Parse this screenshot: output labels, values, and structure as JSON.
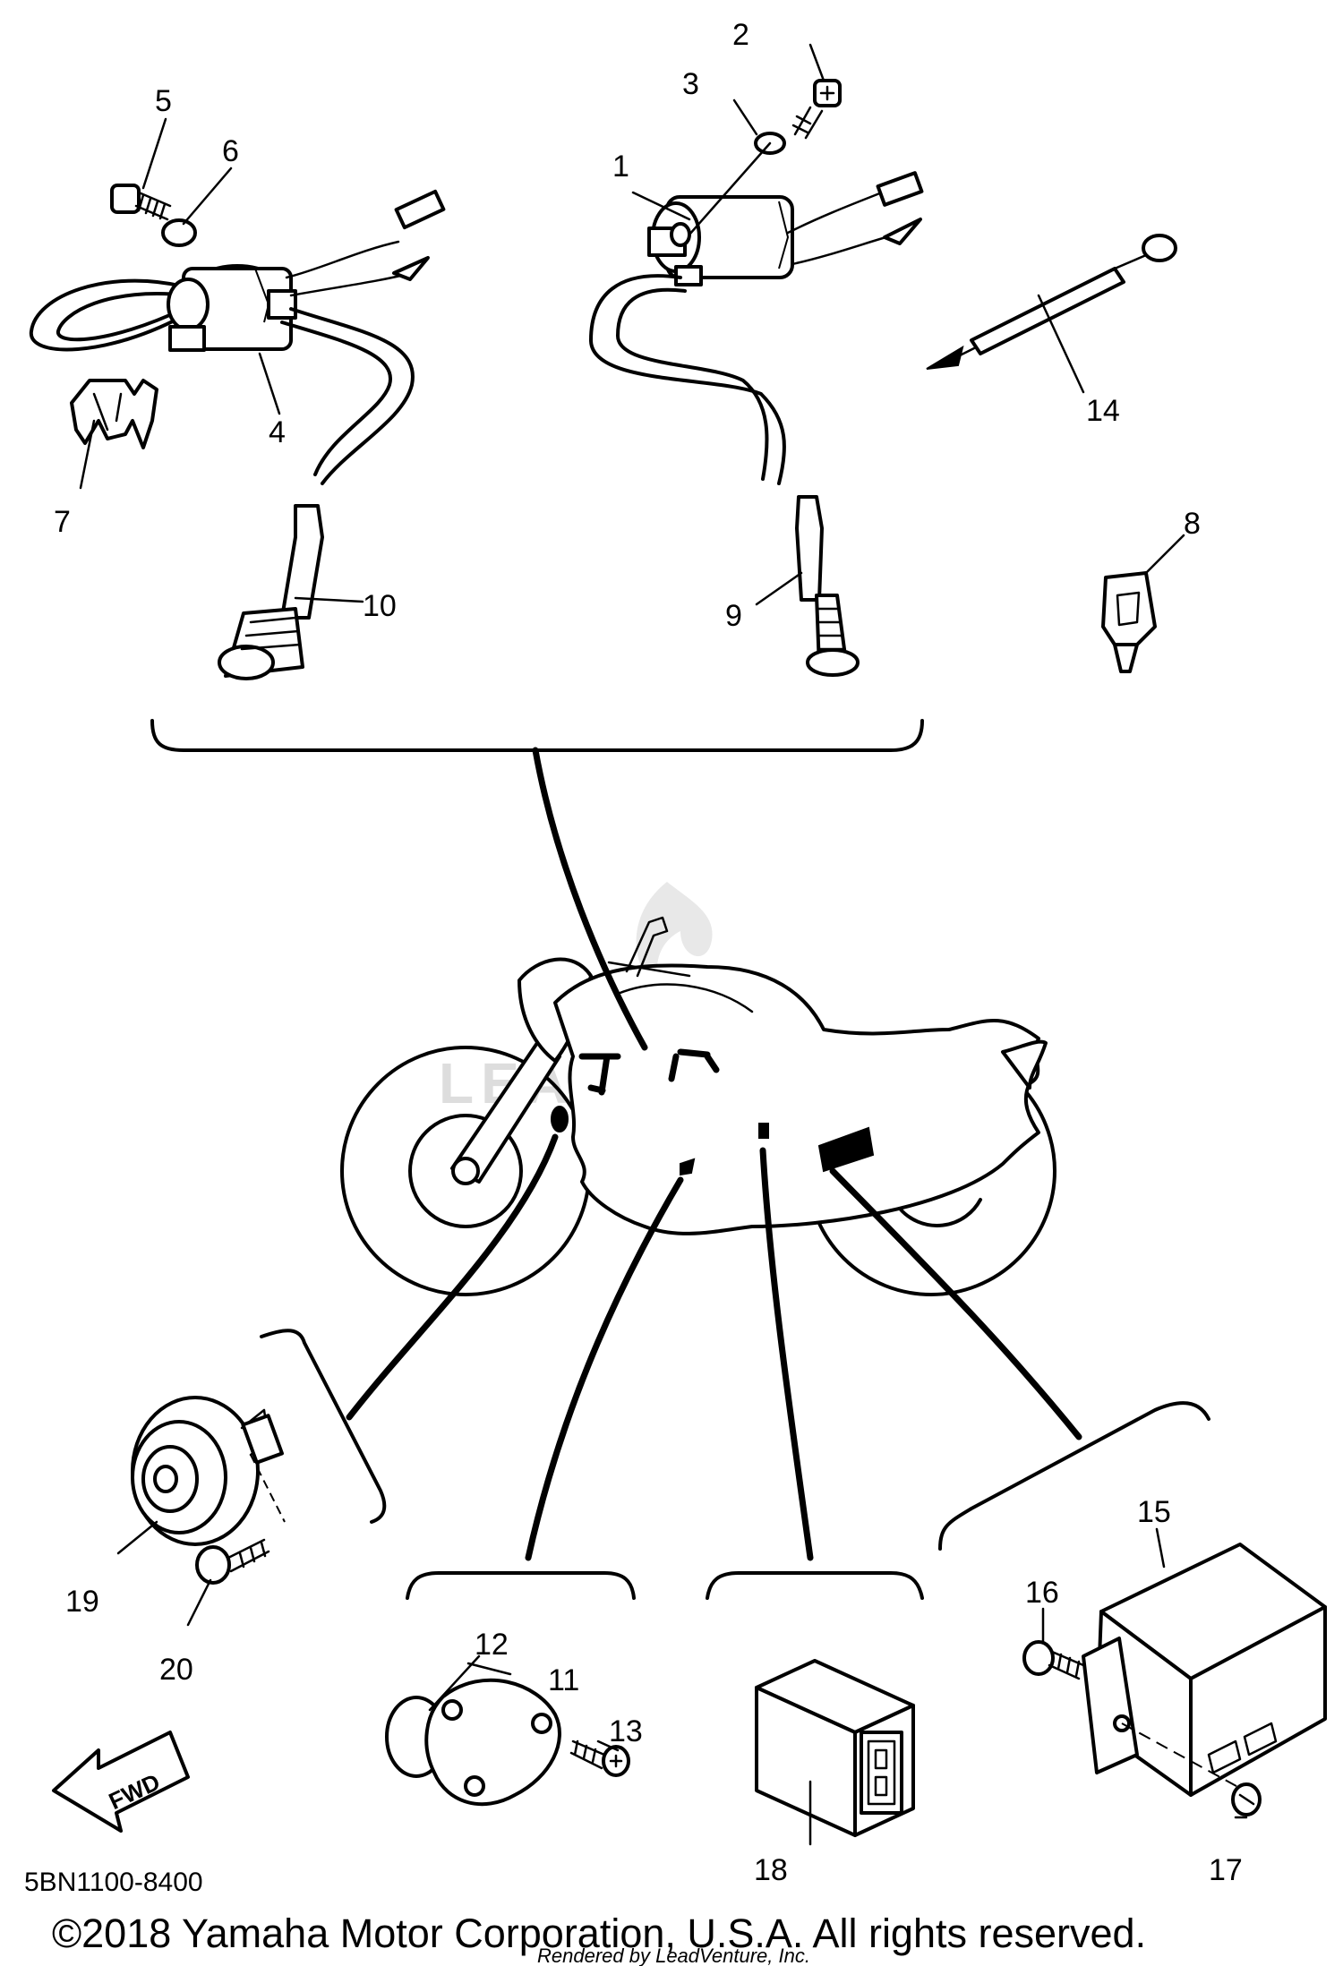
{
  "diagram": {
    "part_numbers": [
      "1",
      "2",
      "3",
      "4",
      "5",
      "6",
      "7",
      "8",
      "9",
      "10",
      "11",
      "12",
      "13",
      "14",
      "15",
      "16",
      "17",
      "18",
      "19",
      "20"
    ],
    "fwd_label": "FWD",
    "diagram_code": "5BN1100-8400",
    "copyright": "©2018 Yamaha Motor Corporation, U.S.A. All rights reserved.",
    "rendered_by": "Rendered by LeadVenture, Inc.",
    "watermark": "LEADVENTURE"
  }
}
